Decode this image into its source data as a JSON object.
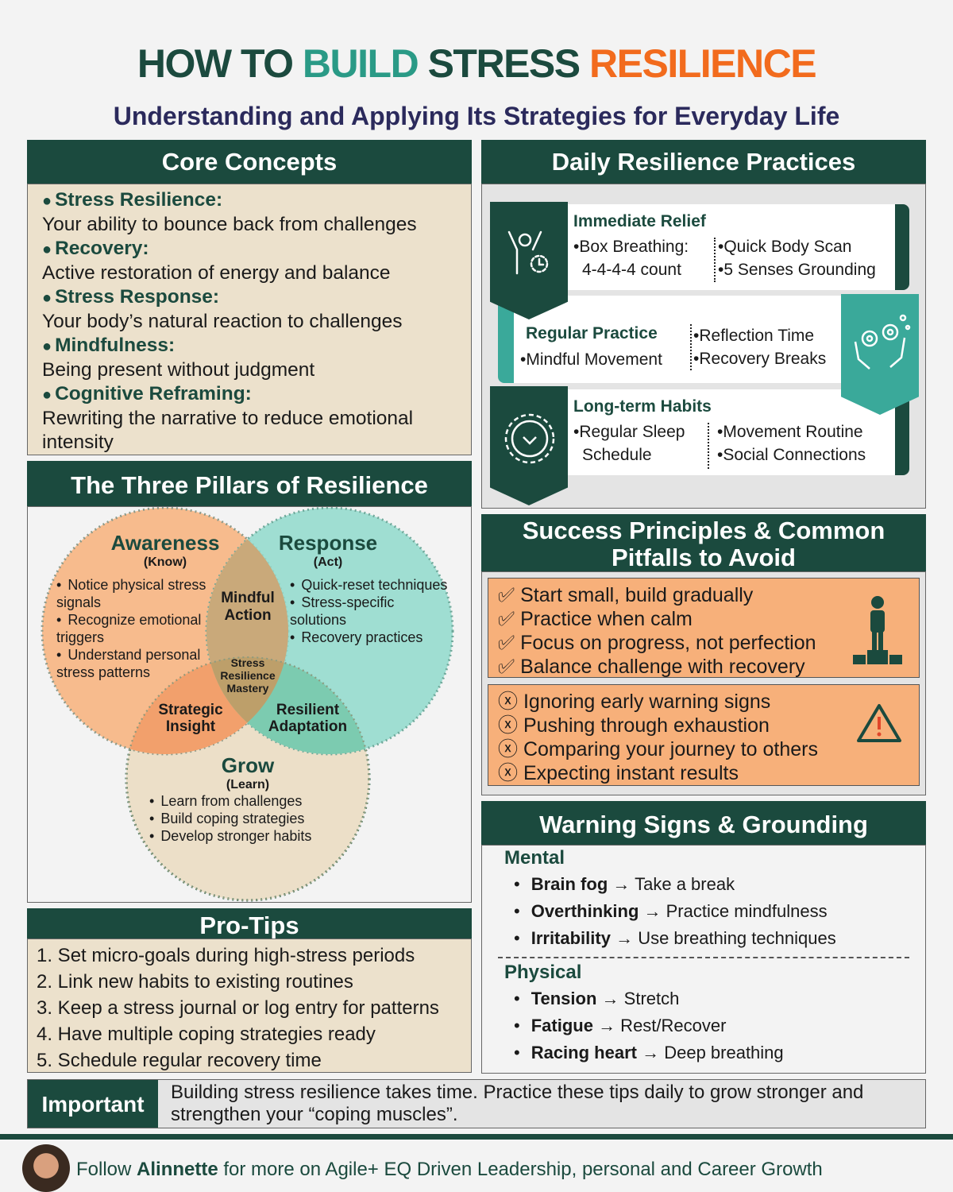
{
  "title": {
    "part1": "HOW TO ",
    "part2": "BUILD ",
    "part3": "STRESS ",
    "part4": "RESILIENCE"
  },
  "subtitle": "Understanding and Applying Its Strategies for Everyday Life",
  "core": {
    "header": "Core Concepts",
    "items": [
      {
        "term": "Stress Resilience:",
        "desc": "Your ability to bounce back from challenges"
      },
      {
        "term": "Recovery:",
        "desc": "Active restoration of energy and balance"
      },
      {
        "term": "Stress Response:",
        "desc": "Your body’s natural reaction to challenges"
      },
      {
        "term": "Mindfulness:",
        "desc": "Being present without judgment"
      },
      {
        "term": "Cognitive Reframing:",
        "desc": "Rewriting the narrative to reduce emotional intensity"
      }
    ]
  },
  "pillars": {
    "header": "The Three Pillars of Resilience",
    "awareness": {
      "title": "Awareness",
      "sub": "(Know)",
      "items": [
        "Notice physical stress signals",
        "Recognize emotional triggers",
        "Understand personal stress patterns"
      ]
    },
    "response": {
      "title": "Response",
      "sub": "(Act)",
      "items": [
        "Quick-reset techniques",
        "Stress-specific solutions",
        "Recovery practices"
      ]
    },
    "grow": {
      "title": "Grow",
      "sub": "(Learn)",
      "items": [
        "Learn from challenges",
        "Build coping strategies",
        "Develop stronger habits"
      ]
    },
    "mindful_action": "Mindful Action",
    "strategic_insight": "Strategic Insight",
    "resilient_adaptation": "Resilient Adaptation",
    "center": "Stress Resilience Mastery",
    "colors": {
      "awareness": "#f7b07a",
      "response": "#8fd9cb",
      "grow": "#ecdfc8"
    }
  },
  "protips": {
    "header": "Pro-Tips",
    "items": [
      "1. Set micro-goals during high-stress periods",
      "2. Link new habits to existing routines",
      "3. Keep a stress journal or log entry for patterns",
      "4. Have multiple coping strategies ready",
      "5. Schedule regular recovery time"
    ]
  },
  "daily": {
    "header": "Daily Resilience Practices",
    "immediate": {
      "title": "Immediate Relief",
      "left": [
        "•Box Breathing:",
        "4-4-4-4 count"
      ],
      "right": [
        "•Quick Body Scan",
        "•5 Senses Grounding"
      ]
    },
    "regular": {
      "title": "Regular Practice",
      "left": [
        "•Mindful Movement"
      ],
      "right": [
        "•Reflection Time",
        "•Recovery Breaks"
      ]
    },
    "longterm": {
      "title": "Long-term Habits",
      "left": [
        "•Regular Sleep",
        "Schedule"
      ],
      "right": [
        "•Movement Routine",
        "•Social Connections"
      ]
    }
  },
  "success": {
    "header": "Success Principles & Common Pitfalls to Avoid",
    "principles": [
      "Start small, build gradually",
      "Practice when calm",
      "Focus on progress, not perfection",
      "Balance challenge with recovery"
    ],
    "pitfalls": [
      "Ignoring early warning signs",
      "Pushing through exhaustion",
      "Comparing your journey to others",
      "Expecting instant results"
    ]
  },
  "warning": {
    "header": "Warning Signs & Grounding",
    "mental": {
      "title": "Mental",
      "items": [
        {
          "sign": "Brain fog",
          "action": "→ Take a break"
        },
        {
          "sign": "Overthinking",
          "action": "→ Practice mindfulness"
        },
        {
          "sign": "Irritability",
          "action": "→ Use breathing techniques"
        }
      ]
    },
    "physical": {
      "title": "Physical",
      "items": [
        {
          "sign": "Tension",
          "action": "→ Stretch"
        },
        {
          "sign": "Fatigue",
          "action": "→ Rest/Recover"
        },
        {
          "sign": "Racing heart",
          "action": "→ Deep breathing"
        }
      ]
    }
  },
  "important": {
    "label": "Important",
    "text": "Building stress resilience takes time. Practice these tips daily to grow stronger and strengthen your “coping muscles”."
  },
  "footer": {
    "pre": "Follow ",
    "name": "Alinnette",
    "post": " for more on Agile+ EQ Driven Leadership, personal  and Career Growth"
  }
}
